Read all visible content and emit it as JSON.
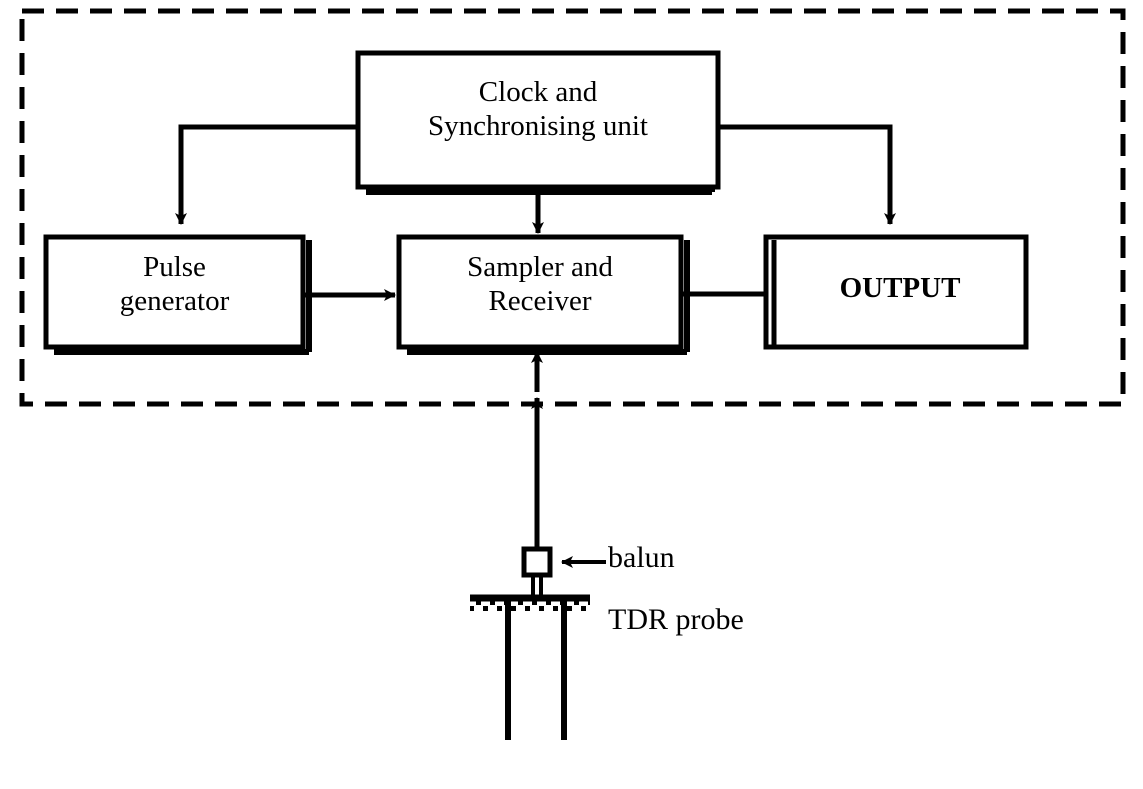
{
  "diagram": {
    "title": "TDR block diagram",
    "instrument_enclosure": {
      "name": "TDR instrument enclosure",
      "border_style": "dashed",
      "color": "#000000"
    },
    "blocks": [
      {
        "id": "clock",
        "label_line1": "Clock and",
        "label_line2": "Synchronising unit",
        "bold": false,
        "shadow": "bottom-right"
      },
      {
        "id": "pulse",
        "label_line1": "Pulse",
        "label_line2": "generator",
        "bold": false,
        "shadow": "bottom-right"
      },
      {
        "id": "sampler",
        "label_line1": "Sampler and",
        "label_line2": "Receiver",
        "bold": false,
        "shadow": "bottom-right"
      },
      {
        "id": "output",
        "label_line1": "OUTPUT",
        "label_line2": "",
        "bold": true,
        "shadow": "left-double"
      }
    ],
    "components": [
      {
        "id": "balun",
        "label": "balun",
        "shape": "square"
      },
      {
        "id": "probe",
        "label": "TDR probe",
        "shape": "two-rods-in-ground"
      }
    ],
    "connections": [
      {
        "from": "clock",
        "to": "pulse",
        "arrow": true,
        "style": "elbow-left-down"
      },
      {
        "from": "clock",
        "to": "sampler",
        "arrow": true,
        "style": "straight-down"
      },
      {
        "from": "clock",
        "to": "output",
        "arrow": true,
        "style": "elbow-right-down"
      },
      {
        "from": "pulse",
        "to": "sampler",
        "arrow": true,
        "style": "straight-right"
      },
      {
        "from": "sampler",
        "to": "output",
        "arrow": false,
        "style": "straight-right"
      },
      {
        "from": "balun",
        "to": "sampler",
        "arrow": true,
        "style": "straight-up-double-head"
      }
    ],
    "colors": {
      "stroke": "#000000",
      "fill": "#ffffff",
      "background": "#ffffff"
    }
  }
}
